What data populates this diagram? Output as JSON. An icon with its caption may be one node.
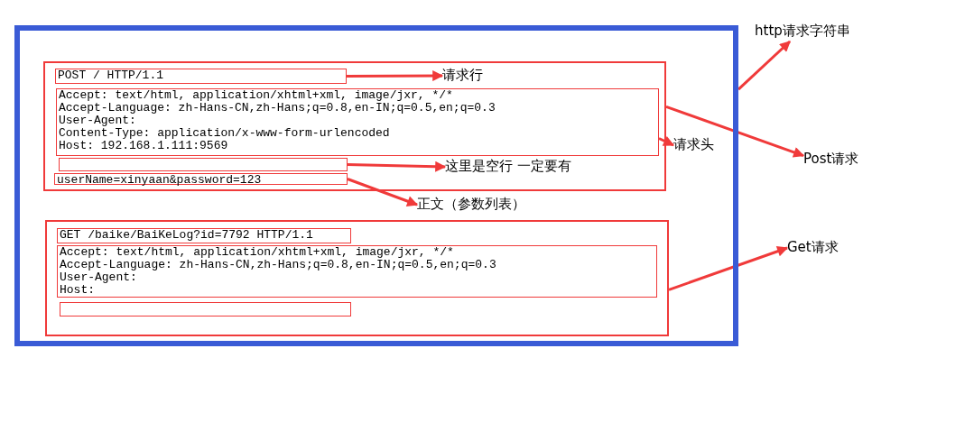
{
  "diagram": {
    "nodes": [
      {
        "text": [],
        "shape": "box"
      },
      {
        "text": [],
        "shape": "box",
        "in": 0
      },
      {
        "text": [
          "POST / HTTP/1.1"
        ],
        "in": 1
      },
      {
        "text": [
          "Accept: text/html, application/xhtml+xml, image/jxr, */*",
          "Accept-Language: zh-Hans-CN,zh-Hans;q=0.8,en-IN;q=0.5,en;q=0.3",
          "User-Agent:",
          "Content-Type: application/x-www-form-urlencoded",
          "Host: 192.168.1.111:9569"
        ],
        "in": 1
      },
      {
        "text": [],
        "shape": "box",
        "in": 1
      },
      {
        "text": [
          "userName=xinyaan&password=123"
        ],
        "in": 1
      },
      {
        "text": [],
        "shape": "box",
        "in": 0
      },
      {
        "text": [
          "GET /baike/BaiKeLog?id=7792 HTTP/1.1"
        ],
        "in": 6
      },
      {
        "text": [
          "Accept: text/html, application/xhtml+xml, image/jxr, */*",
          "Accept-Language: zh-Hans-CN,zh-Hans;q=0.8,en-IN;q=0.5,en;q=0.3",
          "User-Agent:",
          "Host:"
        ],
        "in": 6
      },
      {
        "text": [],
        "shape": "box",
        "in": 6
      },
      {
        "text": [
          "http请求字符串"
        ]
      },
      {
        "text": [
          "请求行"
        ],
        "in": 1
      },
      {
        "text": [
          "请求头"
        ],
        "in": 0
      },
      {
        "text": [
          "这里是空行 一定要有"
        ],
        "in": 1
      },
      {
        "text": [
          "正文（参数列表）"
        ],
        "in": 0
      },
      {
        "text": [
          "Post请求"
        ]
      },
      {
        "text": [
          "Get请求"
        ]
      }
    ],
    "edges": [
      {
        "from": 0,
        "to": 10,
        "arrow": "to"
      },
      {
        "from": 2,
        "to": 11,
        "arrow": "to"
      },
      {
        "from": 3,
        "to": 12,
        "arrow": "to"
      },
      {
        "from": 4,
        "to": 13,
        "arrow": "to"
      },
      {
        "from": 5,
        "to": 14,
        "arrow": "to"
      },
      {
        "from": 1,
        "to": 15,
        "arrow": "to"
      },
      {
        "from": 6,
        "to": 16,
        "arrow": "to"
      }
    ]
  }
}
